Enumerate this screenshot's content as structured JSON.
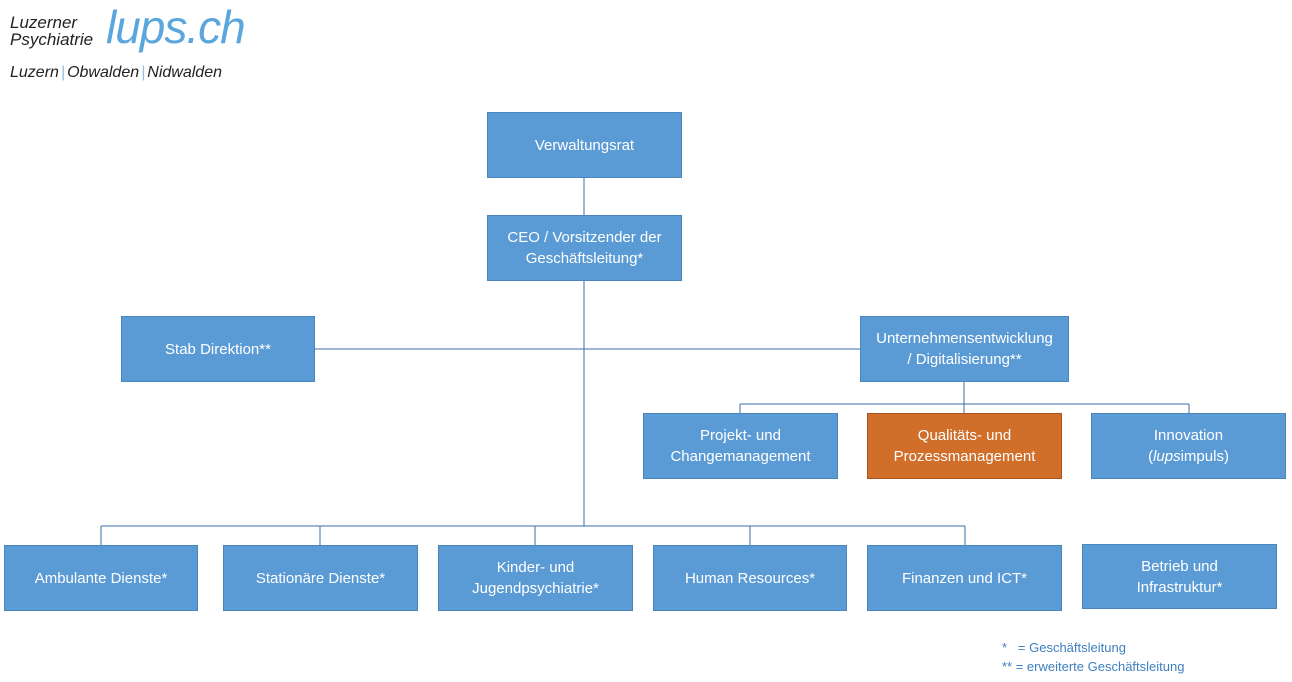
{
  "logo": {
    "org_line1": "Luzerner",
    "org_line2": "Psychiatrie",
    "brand": "lups.ch",
    "region1": "Luzern",
    "region2": "Obwalden",
    "region3": "Nidwalden",
    "separator": "|",
    "brand_color": "#5ba7dd"
  },
  "nodes": {
    "verwaltungsrat": "Verwaltungsrat",
    "ceo": "CEO / Vorsitzender der\nGeschäftsleitung*",
    "stab": "Stab Direktion**",
    "unternehmensentwicklung": "Unternehmensentwicklung\n/ Digitalisierung**",
    "projekt": "Projekt- und\nChangemanagement",
    "qualitaet": "Qualitäts- und\nProzessmanagement",
    "innovation_line1": "Innovation",
    "innovation_open": "(",
    "innovation_italic": "lups",
    "innovation_rest": "impuls)",
    "ambulant": "Ambulante Dienste*",
    "stationaer": "Stationäre Dienste*",
    "kinder": "Kinder- und\nJugendpsychiatrie*",
    "hr": "Human Resources*",
    "finanzen": "Finanzen und ICT*",
    "betrieb": "Betrieb und\nInfrastruktur*"
  },
  "legend": {
    "line1": "*   = Geschäftsleitung",
    "line2": "** = erweiterte Geschäftsleitung"
  },
  "colors": {
    "box_blue": "#5b9bd5",
    "box_orange": "#d06e2a",
    "connector": "#3b6fa8",
    "legend_text": "#3f7fc0"
  }
}
